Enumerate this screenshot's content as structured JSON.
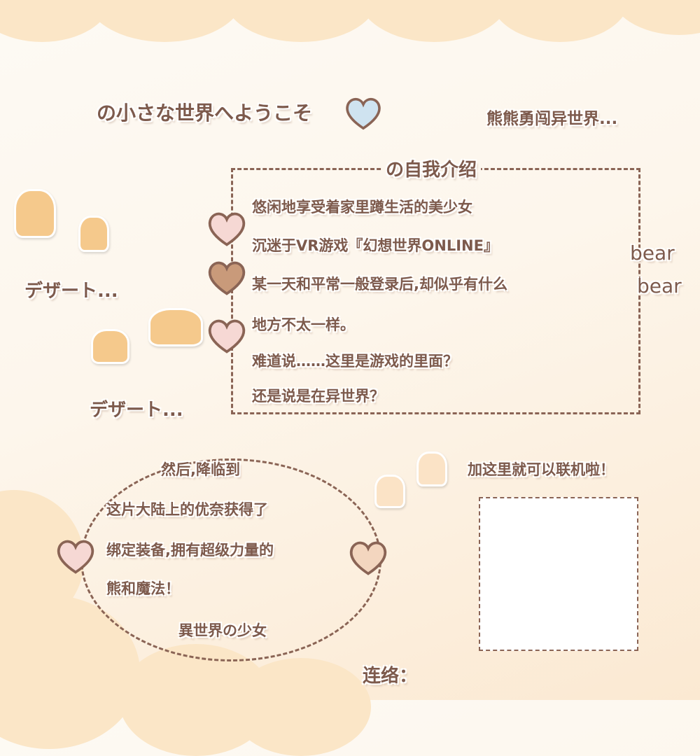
{
  "header": {
    "welcome": "の小さな世界へようこそ",
    "subtitle": "熊熊勇闯异世界..."
  },
  "intro": {
    "title": "の自我介绍",
    "lines": [
      "悠闲地享受着家里蹲生活的美少女",
      "沉迷于VR游戏『幻想世界ONLINE』",
      "某一天和平常一般登录后,却似乎有什么",
      "地方不太一样。",
      "难道说……这里是游戏的里面？",
      "还是说是在异世界？"
    ]
  },
  "side": {
    "bear1": "bear",
    "bear2": "bear",
    "dessert1": "デザート...",
    "dessert2": "デザート..."
  },
  "oval": {
    "lines": [
      "然后,降临到",
      "这片大陆上的优奈获得了",
      "绑定装备,拥有超级力量的",
      "熊和魔法！",
      "異世界の少女"
    ]
  },
  "contact": {
    "label": "加这里就可以联机啦！",
    "footer": "连络："
  },
  "colors": {
    "text": "#7d5a4c",
    "cloud": "#fbe6c7"
  }
}
